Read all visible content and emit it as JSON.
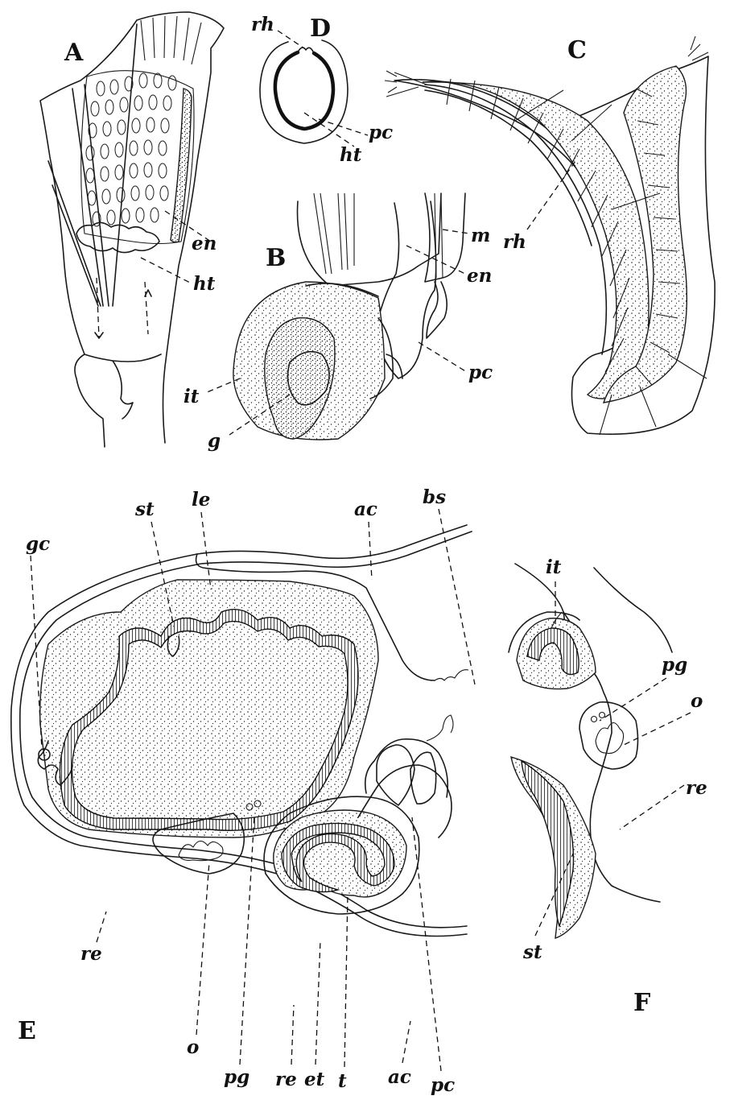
{
  "panels": {
    "A": {
      "letter": "A",
      "labels": {
        "en": "en",
        "ht": "ht"
      }
    },
    "B": {
      "letter": "B",
      "labels": {
        "m": "m",
        "en": "en",
        "pc": "pc",
        "it": "it",
        "g": "g"
      }
    },
    "C": {
      "letter": "C",
      "labels": {
        "rh": "rh"
      }
    },
    "D": {
      "letter": "D",
      "labels": {
        "rh": "rh",
        "pc": "pc",
        "ht": "ht"
      }
    },
    "E": {
      "letter": "E",
      "labels": {
        "st": "st",
        "le": "le",
        "ac_top": "ac",
        "bs": "bs",
        "gc": "gc",
        "re_left": "re",
        "o": "o",
        "pg": "pg",
        "re_bottom": "re",
        "et": "et",
        "t": "t",
        "ac_bottom": "ac",
        "pc": "pc"
      }
    },
    "F": {
      "letter": "F",
      "labels": {
        "it": "it",
        "pg": "pg",
        "o": "o",
        "re": "re",
        "st": "st"
      }
    }
  }
}
